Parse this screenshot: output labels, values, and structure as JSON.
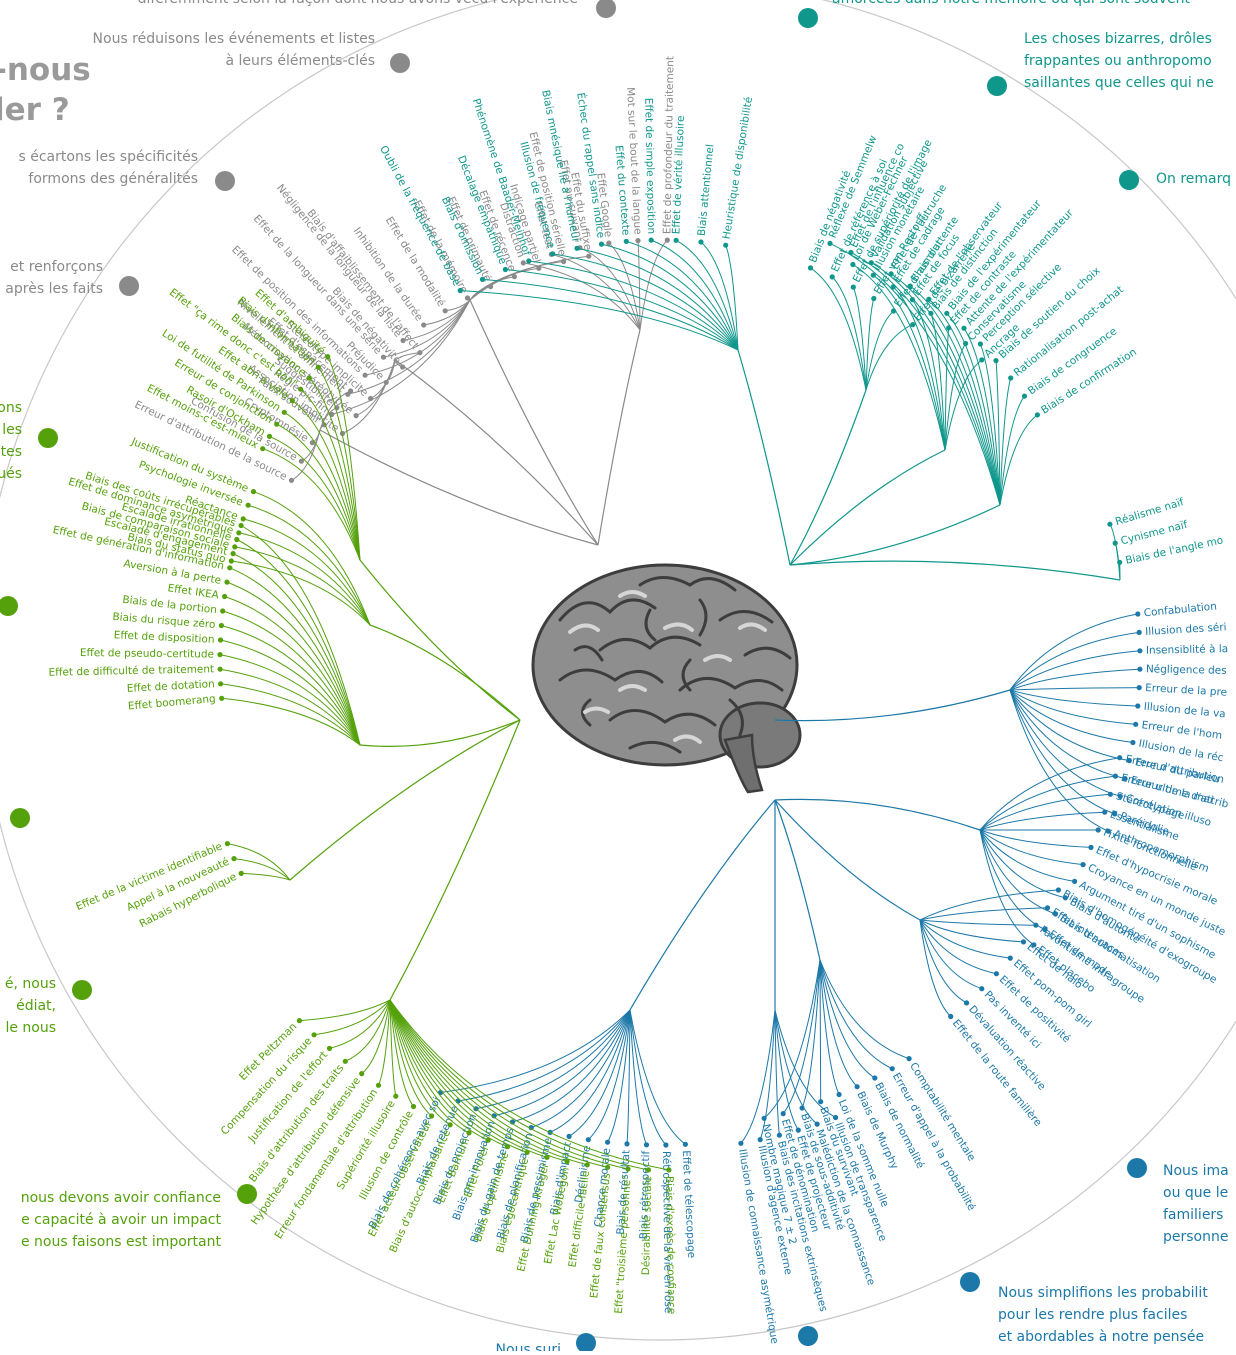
{
  "title": {
    "line1": "-nous",
    "line2": "ler ?"
  },
  "colors": {
    "gray": "#8a8a8a",
    "teal": "#10978c",
    "blue": "#1c78a8",
    "green": "#55a10c",
    "circle": "#c8c8c8"
  },
  "categories": [
    {
      "color": "gray",
      "lines": [
        "diféremment selon la façon dont nous avons vécu l'expérience"
      ],
      "anchor": "end"
    },
    {
      "color": "gray",
      "lines": [
        "Nous réduisons les événements et listes",
        "à leurs éléments-clés"
      ],
      "anchor": "end"
    },
    {
      "color": "gray",
      "lines": [
        "s écartons les spécificités",
        "formons des généralités"
      ],
      "anchor": "end"
    },
    {
      "color": "gray",
      "lines": [
        "et renforçons",
        "après les faits"
      ],
      "anchor": "end"
    },
    {
      "color": "teal",
      "lines": [
        "amorcées dans notre mémoire ou qui sont souvent"
      ],
      "anchor": "start"
    },
    {
      "color": "teal",
      "lines": [
        "Les choses bizarres, drôles",
        "frappantes ou anthropomo",
        "saillantes que celles qui ne"
      ],
      "anchor": "start"
    },
    {
      "color": "teal",
      "lines": [
        "On remarq"
      ],
      "anchor": "start"
    },
    {
      "color": "green",
      "lines": [
        "ons",
        "les",
        "ntes",
        "qués"
      ],
      "anchor": "end"
    },
    {
      "color": "green",
      "lines": [
        "é, nous",
        "édiat,",
        "le nous"
      ],
      "anchor": "end"
    },
    {
      "color": "green",
      "lines": [
        "nous devons avoir confiance",
        "e capacité à avoir un impact",
        "e nous faisons est important"
      ],
      "anchor": "end"
    },
    {
      "color": "blue",
      "lines": [
        "Nous ima",
        "ou que le",
        "familiers",
        "personne"
      ],
      "anchor": "start"
    },
    {
      "color": "blue",
      "lines": [
        "Nous simplifions les probabilit",
        "pour les rendre plus faciles",
        "et abordables à notre pensée"
      ],
      "anchor": "start"
    },
    {
      "color": "blue",
      "lines": [
        "Nous suri"
      ],
      "anchor": "end"
    }
  ],
  "branches": [
    {
      "color": "gray",
      "labels": [
        "Effet de profondeur du traitement",
        "Mot sur le bout de la langue",
        "Effet Google",
        "Effet au-suivant",
        "Effet test",
        "Distraction"
      ]
    },
    {
      "color": "gray",
      "labels": [
        "Effet du suffixe",
        "Effet de position sérielle",
        "Indiçage partiel",
        "Effet de récence",
        "Effet de primauté",
        "Effet de la mémoire",
        "Effet de la modalité",
        "Inhibition de la durée",
        "Négligence de la longueur de la liste",
        "Effet de la longueur dans une série",
        "Effet de position des informations",
        "Nivellement et affinement",
        "Règle pic-fin"
      ]
    },
    {
      "color": "gray",
      "labels": [
        "Biais d'affaiblissement de l'affect",
        "Biais de négativité",
        "Préjudice",
        "Stéréotype implicite",
        "Mémorisation stéréotypée",
        "Association implicite"
      ]
    },
    {
      "color": "gray",
      "labels": [
        "Effet d'espacement",
        "Suggestibilité",
        "Faux souvenir",
        "Cryptomnésie",
        "Confusion de la source",
        "Erreur d'attribution de la source"
      ]
    },
    {
      "color": "teal",
      "labels": [
        "Heuristique de disponibilité",
        "Biais attentionnel",
        "Effet de vérité illusoire",
        "Effet de simple exposition",
        "Effet du contexte",
        "Échec du rappel sans indice",
        "Biais mnésique lié à l'humeur",
        "Illusion de fréquence",
        "Phénomène de Baader-Meinhof",
        "Décalage empathique",
        "Biais d'omission",
        "Oubli de la fréquence de base"
      ]
    },
    {
      "color": "teal",
      "labels": [
        "Effet de bizarrerie",
        "Effet d'humour",
        "Effet von Restorff",
        "Effet de supériorité de l'image",
        "Effet de référence à soi",
        "Biais de négativité"
      ]
    },
    {
      "color": "teal",
      "labels": [
        "Ancrage",
        "Conservatisme",
        "Effet de contraste",
        "Biais de distinction",
        "Effet de focus",
        "Effet de cadrage",
        "Illusion monétaire",
        "Loi de Weber-Fechner"
      ]
    },
    {
      "color": "teal",
      "labels": [
        "Biais de confirmation",
        "Biais de congruence",
        "Rationalisation post-achat",
        "Biais de soutien du choix",
        "Perception sélective",
        "Attente de l'expérimentateur",
        "Biais de l'expérimentateur",
        "Effet de l'observateur",
        "Biais d'attente",
        "Effet de l'autruche",
        "Validation subjective",
        "Effet de l'influence co",
        "Réflexe de Semmelw"
      ]
    },
    {
      "color": "teal",
      "labels": [
        "Biais de l'angle mo",
        "Cynisme naïf",
        "Réalisme naïf"
      ]
    },
    {
      "color": "blue",
      "labels": [
        "Confabulation",
        "Illusion des séri",
        "Insensiblité à la",
        "Négligence des",
        "Erreur de la pre",
        "Illusion de la va",
        "Erreur de l'hom",
        "Illusion de la réc",
        "Erreur du parieu",
        "Erreur de la mai",
        "Corrélation illuso",
        "Paréidolie",
        "Anthropomorphism"
      ]
    },
    {
      "color": "blue",
      "labels": [
        "Erreur d'attribution",
        "Erreur ultime d'attrib",
        "Stéréotypage",
        "Essentialisme",
        "Fixité fonctionnelle",
        "Effet d'hypocrisie morale",
        "Croyance en un monde juste",
        "Argument tiré d'un sophisme",
        "Biais d'autorité",
        "Biais d'automatisation",
        "Effet de mode",
        "Effet placebo"
      ]
    },
    {
      "color": "blue",
      "labels": [
        "Biais d'homogénéité d'exogroupe",
        "Effet inter-races",
        "Favoritisme intragroupe",
        "Effet de halo",
        "Effet pom-pom girl",
        "Effet de positivité",
        "Pas inventé ici",
        "Dévaluation réactive",
        "Effet de la route familière"
      ]
    },
    {
      "color": "blue",
      "labels": [
        "Comptabilité mentale",
        "Erreur d'appel à la probabilité",
        "Biais de normalité",
        "Biais de Murphy",
        "Loi de la somme nulle",
        "Biais du survivant",
        "Biais de sous-additivité",
        "Effet de dénomination",
        "Nombre magique 7 ± 2"
      ]
    },
    {
      "color": "blue",
      "labels": [
        "Illusion de transparence",
        "Malédiction de la connaissance",
        "Effet de projecteur",
        "Biais des incitations extrinsèques",
        "Illusion d'agence externe",
        "Illusion de connaissance asymétrique"
      ]
    },
    {
      "color": "blue",
      "labels": [
        "Effet de télescopage",
        "Rétrospective de la vie en rose",
        "Biais rétrospectif",
        "Biais de résultat",
        "Chance morale",
        "Déclinisme",
        "Biais d'impact",
        "Biais de pessimisme",
        "Biais de planification",
        "Biais du gain de temps",
        "Biais pro-innovation",
        "Biais de projection",
        "Biais de retenue",
        "Biais de cohérence avec soi"
      ]
    },
    {
      "color": "green",
      "labels": [
        "Effet Peltzman",
        "Compensation du risque",
        "Justification de l'effort",
        "Biais d'attribution des traits",
        "Hypothèse d'attribution défensive",
        "Erreur fondamentale d'attribution",
        "Supériorité illusoire",
        "Illusion de contrôle",
        "Effet acteur-observateur",
        "Biais d'autocomplaisance",
        "Effet Barnum",
        "Effet Forer",
        "Biais d'optimisme",
        "Biais égocentrique",
        "Effet Dunning-Kruger",
        "Effet Lac Wobegon",
        "Effet difficile-facile",
        "Effet de faux consensus",
        "Effet \"troisième personne\"",
        "Désirabilité sociale",
        "Biais d'excès de confiance"
      ]
    },
    {
      "color": "green",
      "labels": [
        "Effet de la victime identifiable",
        "Appel à la nouveauté",
        "Rabais hyperbolique"
      ]
    },
    {
      "color": "green",
      "labels": [
        "Effet boomerang",
        "Effet de dotation",
        "Effet de difficulté de traitement",
        "Effet de pseudo-certitude",
        "Effet de disposition",
        "Biais du risque zéro",
        "Biais de la portion",
        "Effet IKEA",
        "Aversion à la perte",
        "Effet de génération d'information",
        "Escalade d'engagement",
        "Escalade irrationnelle",
        "Biais des coûts irrécupérables"
      ]
    },
    {
      "color": "green",
      "labels": [
        "Biais du status quo",
        "Biais de comparaison sociale",
        "Effet de dominance asymétrique",
        "Réactance",
        "Psychologie inversée",
        "Justification du système"
      ]
    },
    {
      "color": "green",
      "labels": [
        "Effet moins-c'est-mieux",
        "Rasoir d'Ockham",
        "Erreur de conjonction",
        "Loi de futilité de Parkinson",
        "Effet abri à vélo",
        "Effet \"ça rime donc c'est bon\"",
        "Biais de croyance",
        "Biais d'information",
        "Effet d'ambiguïté"
      ]
    }
  ]
}
